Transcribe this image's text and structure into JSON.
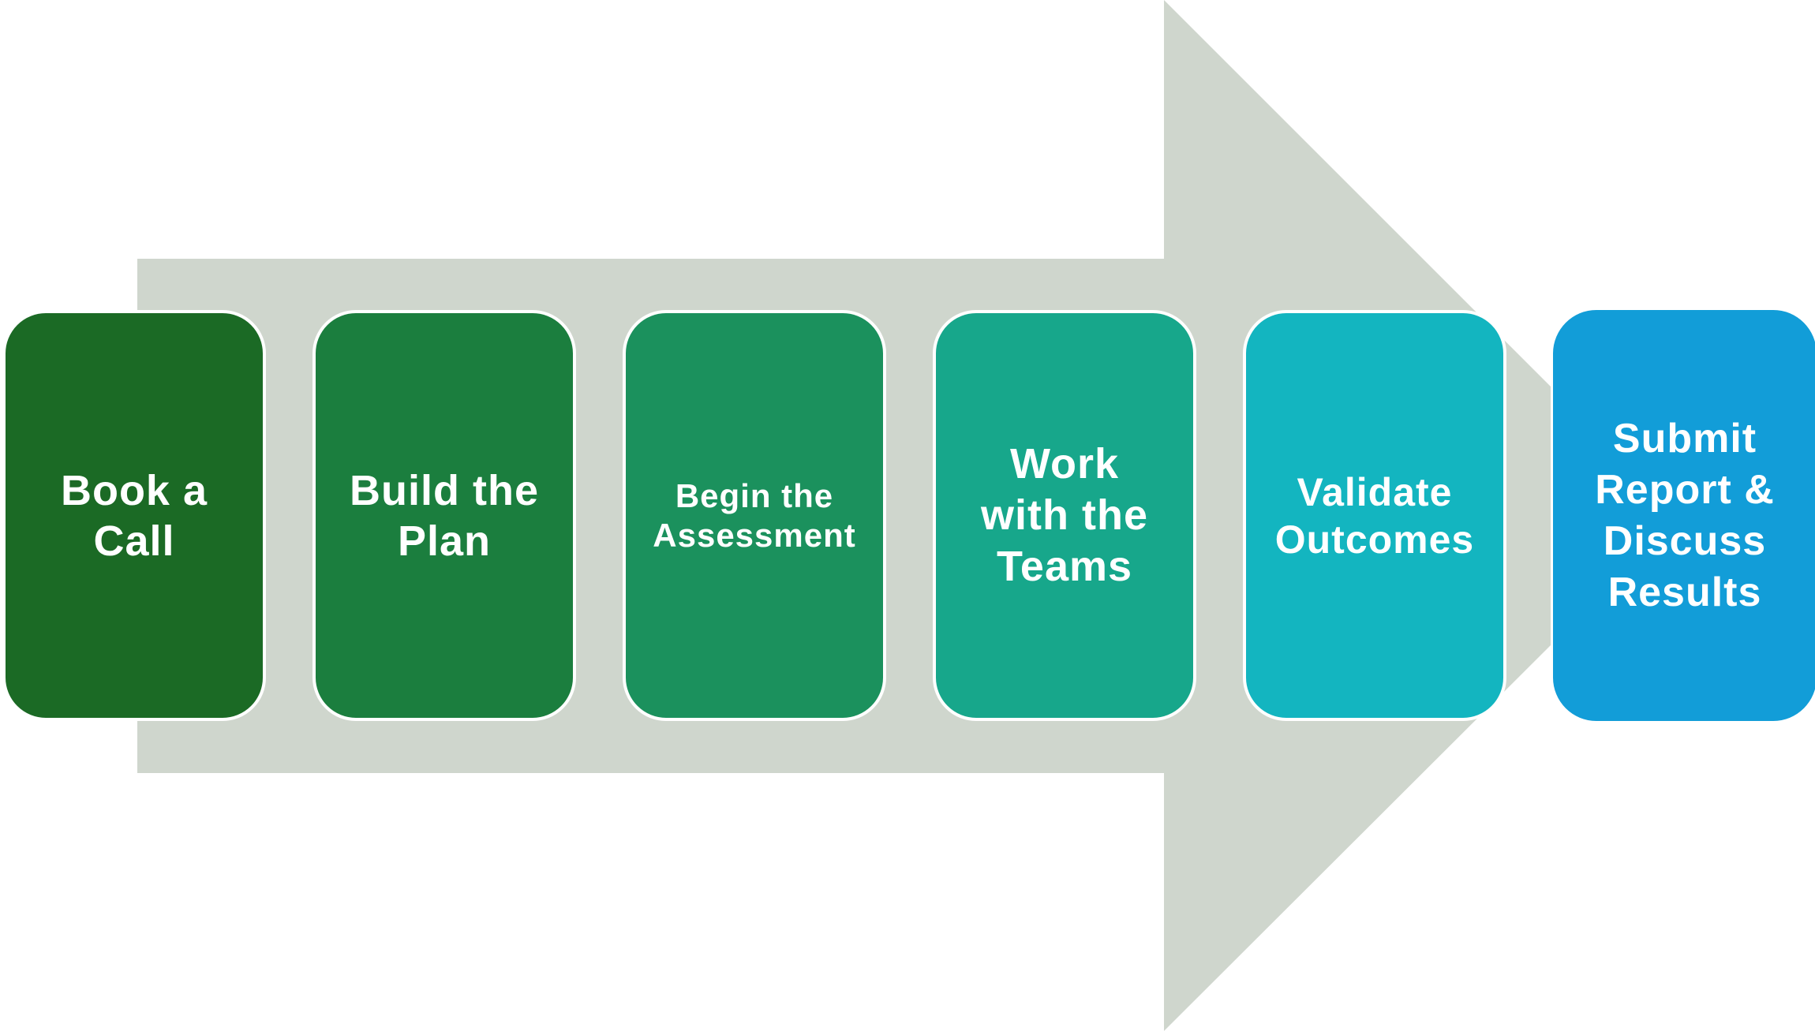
{
  "diagram": {
    "arrow_color": "#cfd6cd",
    "steps": [
      {
        "label": "Book a\nCall",
        "color": "#1b6a25"
      },
      {
        "label": "Build the\nPlan",
        "color": "#1b7e3e"
      },
      {
        "label": "Begin the\nAssessment",
        "color": "#1b915d"
      },
      {
        "label": "Work\nwith the\nTeams",
        "color": "#17a78b"
      },
      {
        "label": "Validate\nOutcomes",
        "color": "#13b5c0"
      },
      {
        "label": "Submit\nReport &\nDiscuss\nResults",
        "color": "#129dd8"
      }
    ]
  }
}
